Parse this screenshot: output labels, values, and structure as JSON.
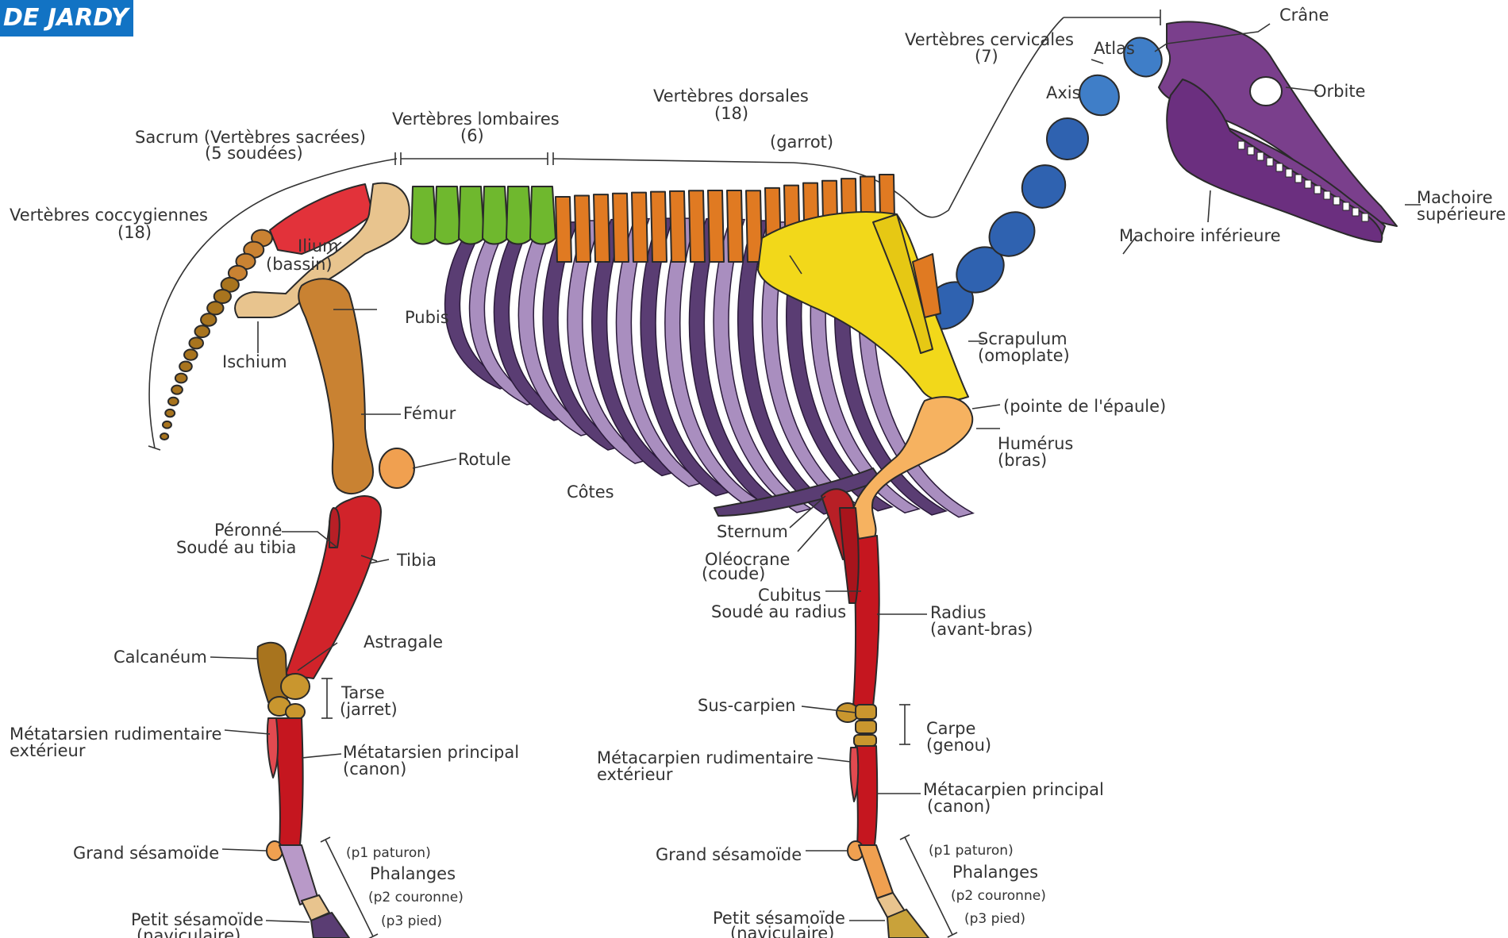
{
  "logo": {
    "text": "DE JARDY"
  },
  "labels": {
    "crane": "Crâne",
    "vert_cerv": "Vertèbres cervicales",
    "vert_cerv_n": "(7)",
    "atlas": "Atlas",
    "axis": "Axis",
    "orbite": "Orbite",
    "machoire_sup_1": "Machoire",
    "machoire_sup_2": "supérieure",
    "machoire_inf": "Machoire inférieure",
    "vert_dors": "Vertèbres dorsales",
    "vert_dors_n": "(18)",
    "garrot": "(garrot)",
    "vert_lomb": "Vertèbres lombaires",
    "vert_lomb_n": "(6)",
    "sacrum_1": "Sacrum (Vertèbres sacrées)",
    "sacrum_2": "(5 soudées)",
    "vert_cocc": "Vertèbres coccygiennes",
    "vert_cocc_n": "(18)",
    "ilium_1": "Ilium",
    "ilium_2": "(bassin)",
    "pubis": "Pubis",
    "ischium": "Ischium",
    "femur": "Fémur",
    "rotule": "Rotule",
    "cotes": "Côtes",
    "perone_1": "Péronné",
    "perone_2": "Soudé au tibia",
    "tibia": "Tibia",
    "calcaneum": "Calcanéum",
    "astragale": "Astragale",
    "tarse_1": "Tarse",
    "tarse_2": "(jarret)",
    "metatarsien_rud_1": "Métatarsien rudimentaire",
    "metatarsien_rud_2": "extérieur",
    "metatarsien_pr_1": "Métatarsien principal",
    "metatarsien_pr_2": "(canon)",
    "grand_sesam_arr": "Grand sésamoïde",
    "petit_sesam_arr_1": "Petit sésamoïde",
    "petit_sesam_arr_2": "(naviculaire)",
    "p1_arr": "(p1 paturon)",
    "phalanges_arr": "Phalanges",
    "p2_arr": "(p2 couronne)",
    "p3_arr": "(p3 pied)",
    "scapulum_1": "Scrapulum",
    "scapulum_2": "(omoplate)",
    "pointe_epaule": "(pointe de l'épaule)",
    "humerus_1": "Humérus",
    "humerus_2": "(bras)",
    "sternum": "Sternum",
    "olecrane_1": "Oléocrane",
    "olecrane_2": "(coude)",
    "cubitus_1": "Cubitus",
    "cubitus_2": "Soudé au radius",
    "radius_1": "Radius",
    "radius_2": "(avant-bras)",
    "sus_carpien": "Sus-carpien",
    "carpe_1": "Carpe",
    "carpe_2": "(genou)",
    "metacarpien_rud_1": "Métacarpien rudimentaire",
    "metacarpien_rud_2": "extérieur",
    "metacarpien_pr_1": "Métacarpien principal",
    "metacarpien_pr_2": "(canon)",
    "grand_sesam_av": "Grand sésamoïde",
    "petit_sesam_av_1": "Petit sésamoïde",
    "petit_sesam_av_2": "(naviculaire)",
    "p1_av": "(p1 paturon)",
    "phalanges_av": "Phalanges",
    "p2_av": "(p2 couronne)",
    "p3_av": "(p3 pied)"
  },
  "colors": {
    "skull": "#7a3f8c",
    "jaw": "#6b2f7f",
    "cervical": "#2f62b0",
    "dorsal": "#e07a22",
    "lumbar": "#6fb82e",
    "sacrum": "#e2323a",
    "pelvis": "#e8c48e",
    "femur": "#c98232",
    "scapula": "#f2d81a",
    "humerus": "#f6b260",
    "tibia": "#d1232a",
    "cannon": "#c5161f",
    "hock": "#a8741e",
    "pastern": "#f0a050",
    "hind_pastern": "#b899c8",
    "rib_dark": "#5a3d73",
    "rib_light": "#a98ebf"
  }
}
